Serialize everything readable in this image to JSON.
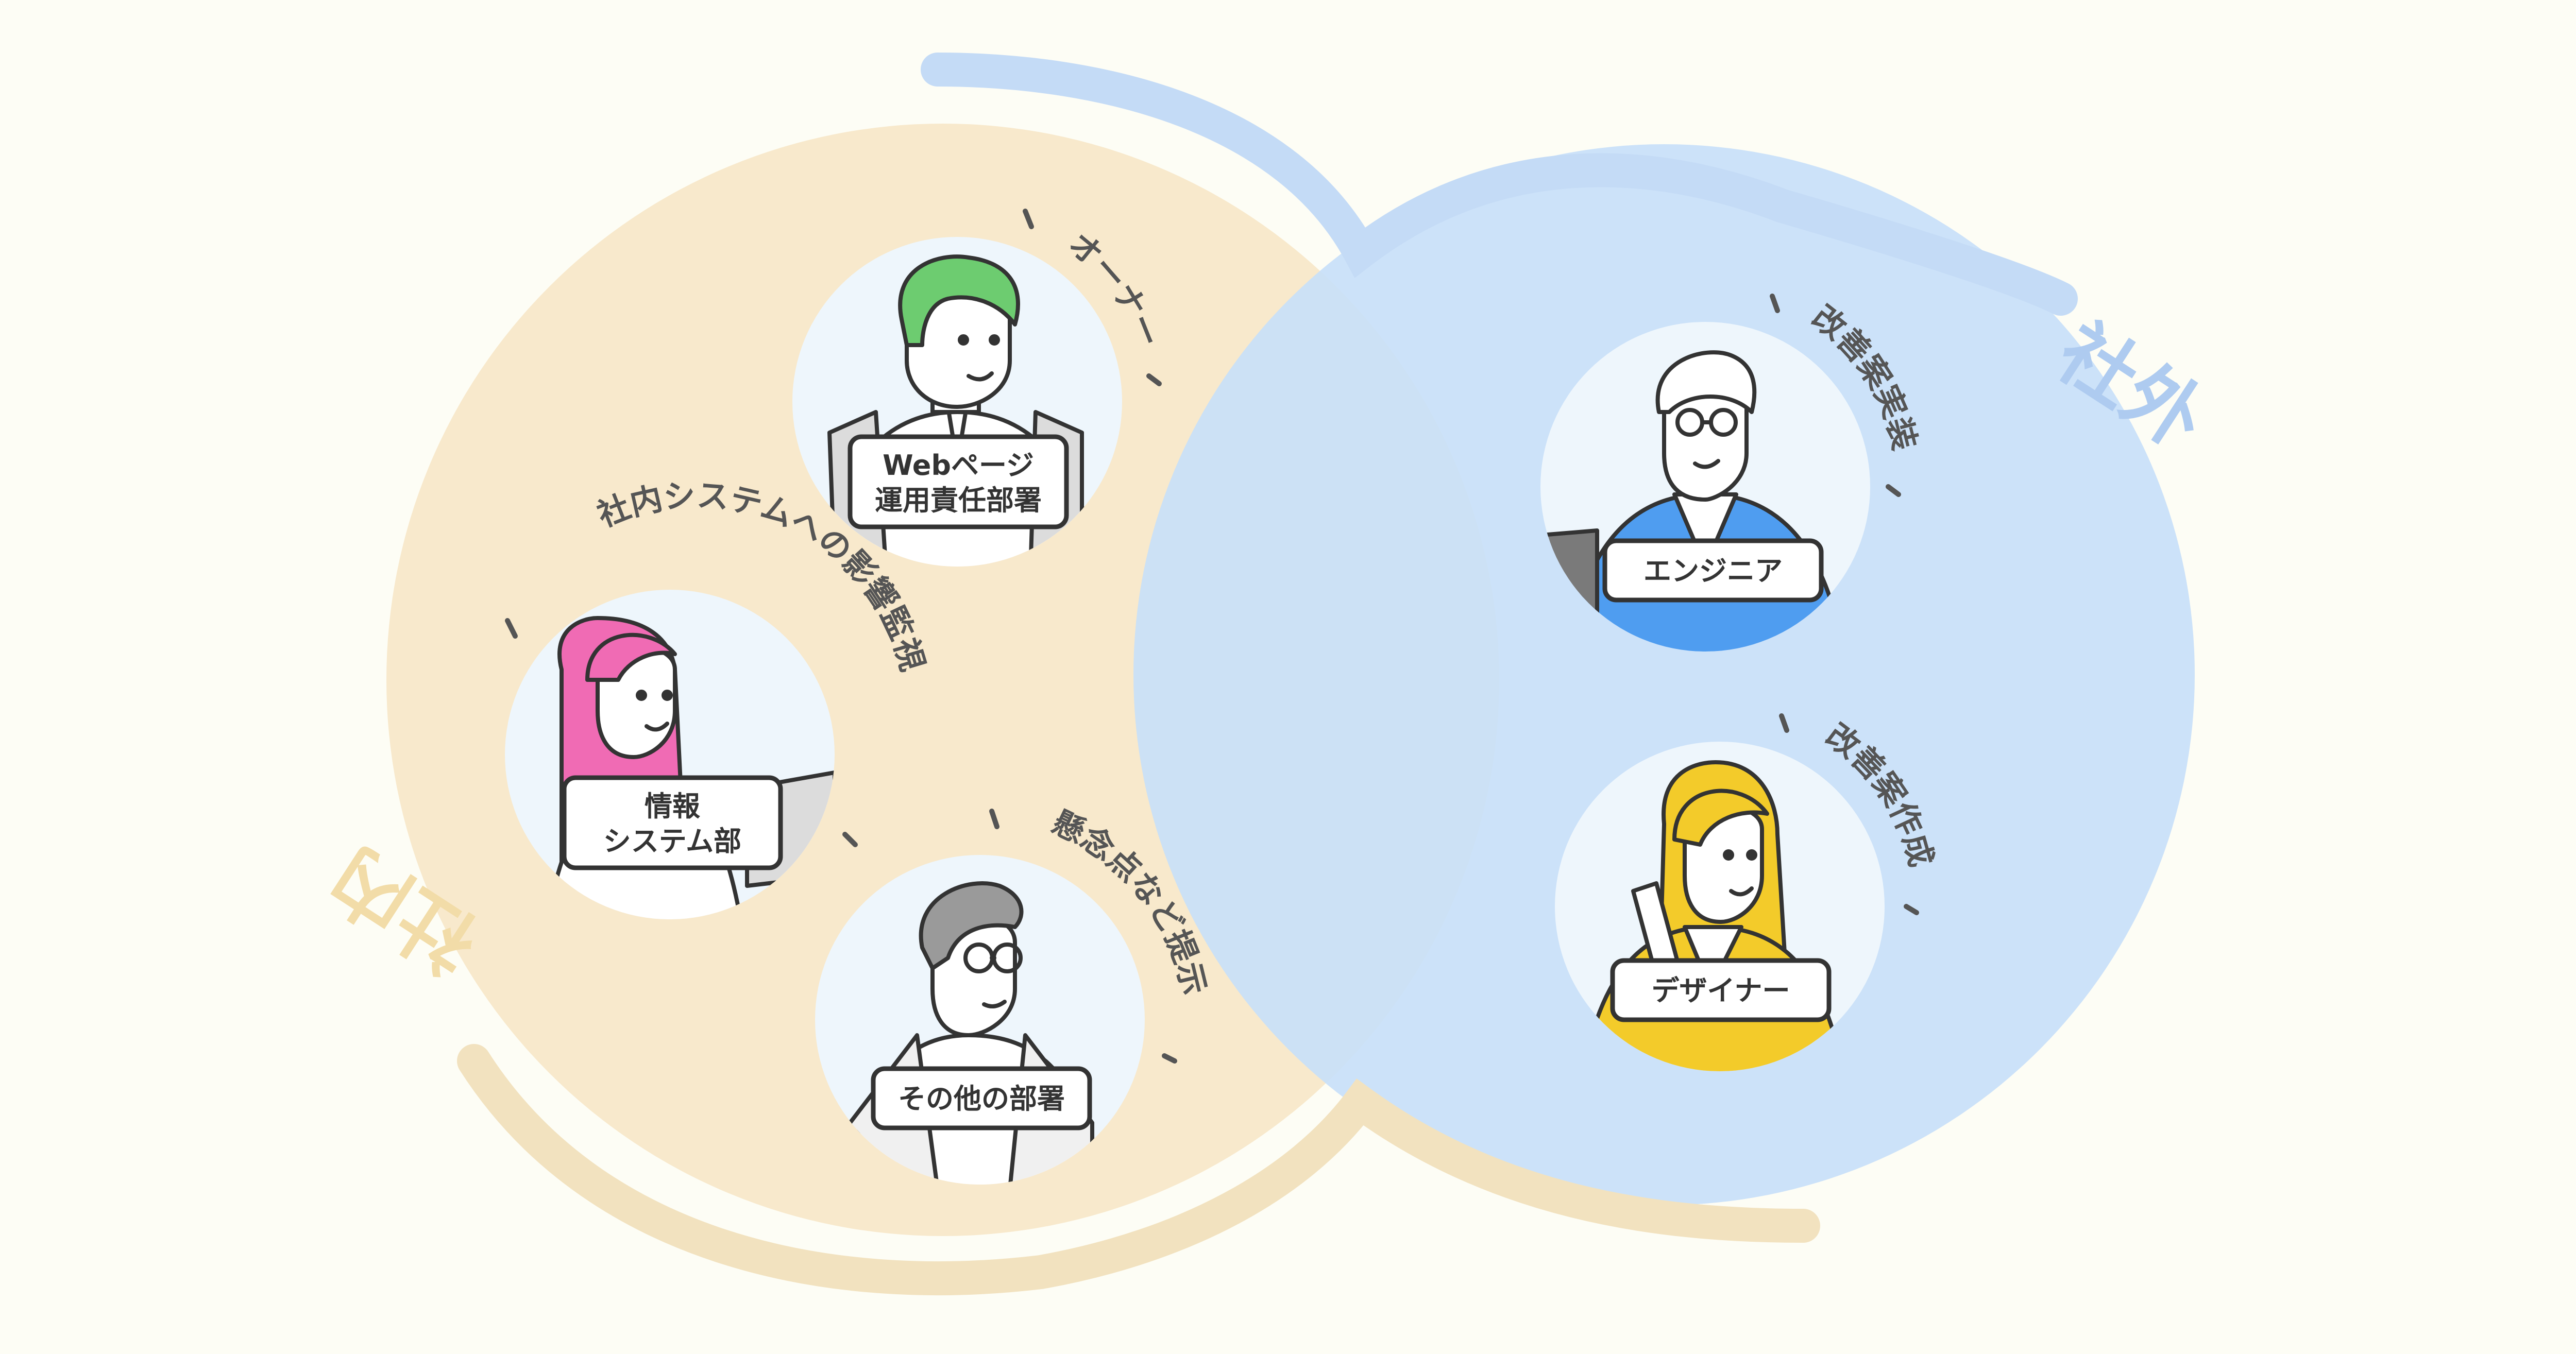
{
  "colors": {
    "background": "#fdfdf5",
    "internal_area": "#f8e9cc",
    "internal_label": "#f2dca8",
    "external_area": "#c8dff8",
    "external_label": "#aecbf0",
    "outline": "#333333",
    "portrait_bg": "#eef6fc"
  },
  "groups": {
    "internal": {
      "label": "社内"
    },
    "external": {
      "label": "社外"
    }
  },
  "roles": [
    {
      "id": "owner",
      "role_text": "オーナー",
      "name_lines": [
        "Webページ",
        "運用責任部署"
      ],
      "hair_color": "#6dcc70",
      "shirt_color": "#ffffff"
    },
    {
      "id": "info-system",
      "role_text": "社内システムへの影響監視",
      "name_lines": [
        "情報",
        "システム部"
      ],
      "hair_color": "#f06bb4",
      "shirt_color": "#ffffff"
    },
    {
      "id": "other-dept",
      "role_text": "懸念点など提示",
      "name_lines": [
        "その他の部署"
      ],
      "hair_color": "#9a9a9a",
      "shirt_color": "#ffffff"
    },
    {
      "id": "engineer",
      "role_text": "改善案実装",
      "name_lines": [
        "エンジニア"
      ],
      "hair_color": "#ffffff",
      "shirt_color": "#4f9df0"
    },
    {
      "id": "designer",
      "role_text": "改善案作成",
      "name_lines": [
        "デザイナー"
      ],
      "hair_color": "#f3cb2a",
      "shirt_color": "#f3cb2a"
    }
  ]
}
